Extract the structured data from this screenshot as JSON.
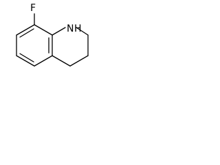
{
  "molecule": {
    "atoms": {
      "fluorine": "F",
      "nitrogen": "N",
      "hydrogen": "H"
    }
  },
  "colors": {
    "bond": "#000000",
    "background": "#ffffff"
  }
}
